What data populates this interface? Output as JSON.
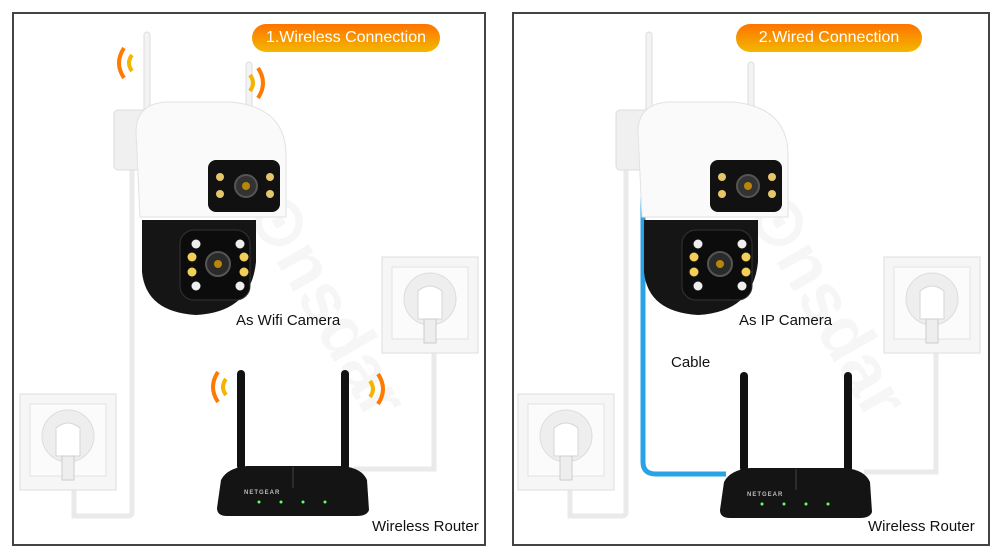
{
  "watermark": "Wonsdar",
  "colors": {
    "badge_top": "#ff7300",
    "badge_bottom": "#f2b800",
    "wave": "#ff8a00",
    "cable_blue": "#2aa3e6",
    "border": "#444444"
  },
  "panels": [
    {
      "title": "1.Wireless Connection",
      "camera_label": "As Wifi Camera",
      "router_label": "Wireless Router",
      "router_brand": "NETGEAR"
    },
    {
      "title": "2.Wired Connection",
      "camera_label": "As IP Camera",
      "cable_label": "Cable",
      "router_label": "Wireless Router",
      "router_brand": "NETGEAR"
    }
  ]
}
